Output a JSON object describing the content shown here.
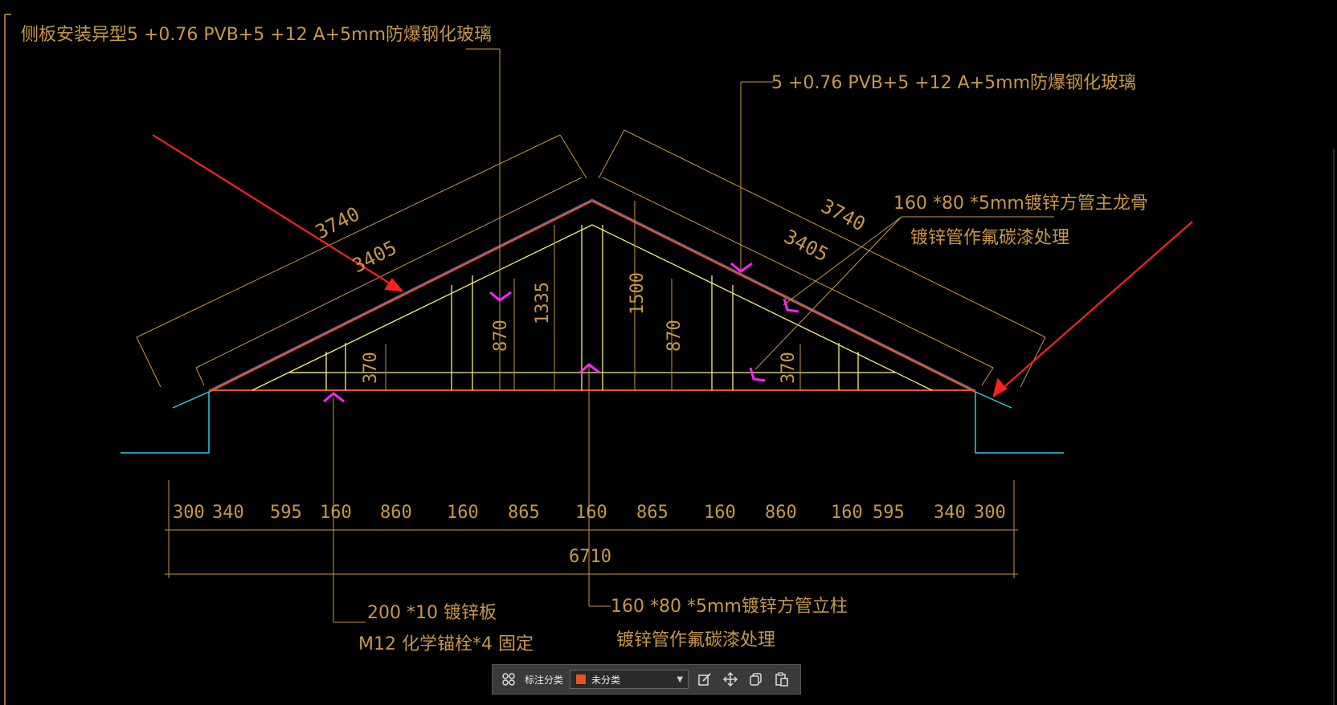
{
  "colors": {
    "background": "#000000",
    "annotation": "#c8964a",
    "frame": "#f5f07a",
    "roof_glass": "#e05a2b",
    "arrow": "#ff2020",
    "marker": "#ff22ff",
    "wall": "#22d0e0",
    "category_swatch": "#e8551a"
  },
  "annotations": {
    "side_glass": "侧板安装异型5 +0.76 PVB+5 +12 A+5mm防爆钢化玻璃",
    "top_glass": "5 +0.76 PVB+5 +12 A+5mm防爆钢化玻璃",
    "main_keel_1": "160 *80 *5mm镀锌方管主龙骨",
    "main_keel_2": "镀锌管作氟碳漆处理",
    "plate_1": "200 *10 镀锌板",
    "plate_2": "M12 化学锚栓*4 固定",
    "column_1": "160 *80 *5mm镀锌方管立柱",
    "column_2": "镀锌管作氟碳漆处理"
  },
  "dimensions": {
    "left_slope_outer": "3740",
    "left_slope_inner": "3405",
    "right_slope_outer": "3740",
    "right_slope_inner": "3405",
    "h_1335": "1335",
    "h_1500": "1500",
    "h_870_left": "870",
    "h_870_right": "870",
    "h_370_left": "370",
    "h_370_right": "370",
    "total": "6710",
    "bottom": [
      "300",
      "340",
      "595",
      "160",
      "860",
      "160",
      "865",
      "160",
      "865",
      "160",
      "860",
      "160",
      "595",
      "340",
      "300"
    ]
  },
  "toolbar": {
    "category_label": "标注分类",
    "selected_category": "未分类",
    "icons": [
      "grid-icon",
      "edit-icon",
      "move-icon",
      "copy-icon",
      "paste-icon"
    ]
  }
}
